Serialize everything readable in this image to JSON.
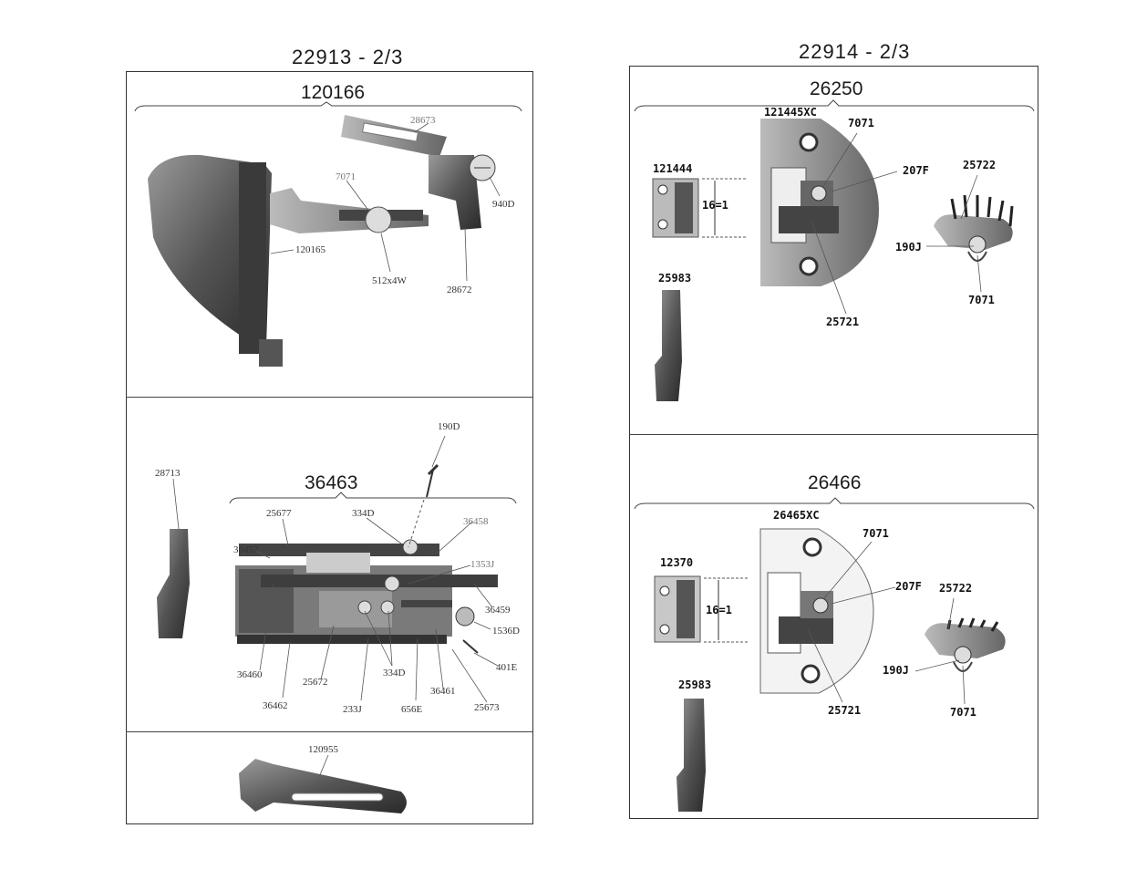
{
  "left_page": {
    "header": "22913 - 2/3",
    "sections": {
      "top": {
        "assembly": "120166",
        "labels": [
          "28673",
          "7071",
          "940D",
          "120165",
          "512x4W",
          "28672"
        ]
      },
      "middle": {
        "assembly": "36463",
        "labels": [
          "190D",
          "28713",
          "25677",
          "334D",
          "36458",
          "36457",
          "1353J",
          "36459",
          "1536D",
          "401E",
          "36460",
          "25672",
          "334D",
          "36461",
          "36462",
          "233J",
          "656E",
          "25673"
        ]
      },
      "bottom": {
        "assembly": "120955",
        "labels": [
          "120955"
        ]
      }
    }
  },
  "right_page": {
    "header": "22914 - 2/3",
    "sections": {
      "top": {
        "assembly": "26250",
        "labels": [
          "121445XC",
          "7071",
          "207F",
          "25722",
          "121444",
          "16=1",
          "190J",
          "25983",
          "7071",
          "25721"
        ]
      },
      "bottom": {
        "assembly": "26466",
        "labels": [
          "26465XC",
          "7071",
          "12370",
          "207F",
          "25722",
          "16=1",
          "190J",
          "25983",
          "25721",
          "7071"
        ]
      }
    }
  }
}
